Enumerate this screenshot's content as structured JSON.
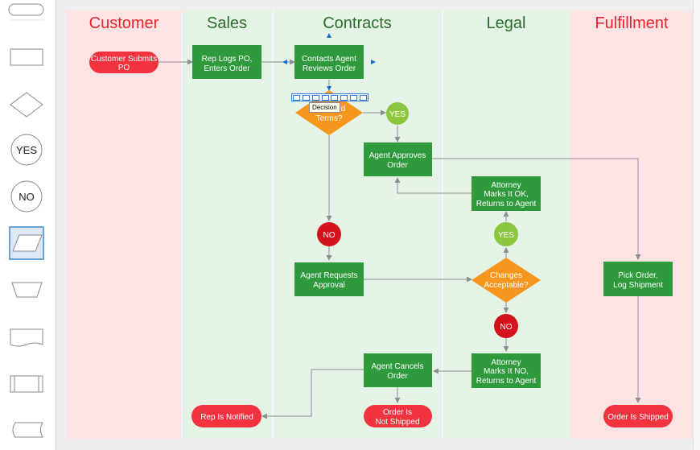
{
  "lanes": {
    "customer": "Customer",
    "sales": "Sales",
    "contracts": "Contracts",
    "legal": "Legal",
    "fulfillment": "Fulfillment"
  },
  "nodes": {
    "customer_submits_po": [
      "Customer Submits",
      "PO"
    ],
    "rep_logs_po": [
      "Rep Logs PO,",
      "Enters Order"
    ],
    "contacts_agent": [
      "Contacts Agent",
      "Reviews Order"
    ],
    "standard_terms": [
      "Standard",
      "Terms?"
    ],
    "yes_top": "YES",
    "agent_approves": [
      "Agent Approves",
      "Order"
    ],
    "attorney_ok": [
      "Attorney",
      "Marks It OK,",
      "Returns to Agent"
    ],
    "no_left": "NO",
    "yes_mid": "YES",
    "agent_requests": [
      "Agent Requests",
      "Approval"
    ],
    "changes_acceptable": [
      "Changes",
      "Acceptable?"
    ],
    "pick_order": [
      "Pick Order,",
      "Log Shipment"
    ],
    "no_mid": "NO",
    "attorney_no": [
      "Attorney",
      "Marks It NO,",
      "Returns to Agent"
    ],
    "agent_cancels": [
      "Agent Cancels",
      "Order"
    ],
    "rep_notified": "Rep Is Notified",
    "order_not_shipped": [
      "Order Is",
      "Not Shipped"
    ],
    "order_shipped": "Order Is Shipped"
  },
  "palette": {
    "yes_shape": "YES",
    "no_shape": "NO"
  },
  "tooltip": "Decision",
  "colors": {
    "lane_pink": "#fde3e3",
    "lane_green": "#e5f2e6",
    "process_green": "#2f9a3c",
    "terminator_red": "#f2333f",
    "decision_orange": "#f7961d",
    "yes_lightgreen": "#8cc63f",
    "no_darkred": "#d3121c",
    "title_red": "#e8242e",
    "title_green": "#2b6e2b",
    "connector": "#8f8f8f"
  }
}
